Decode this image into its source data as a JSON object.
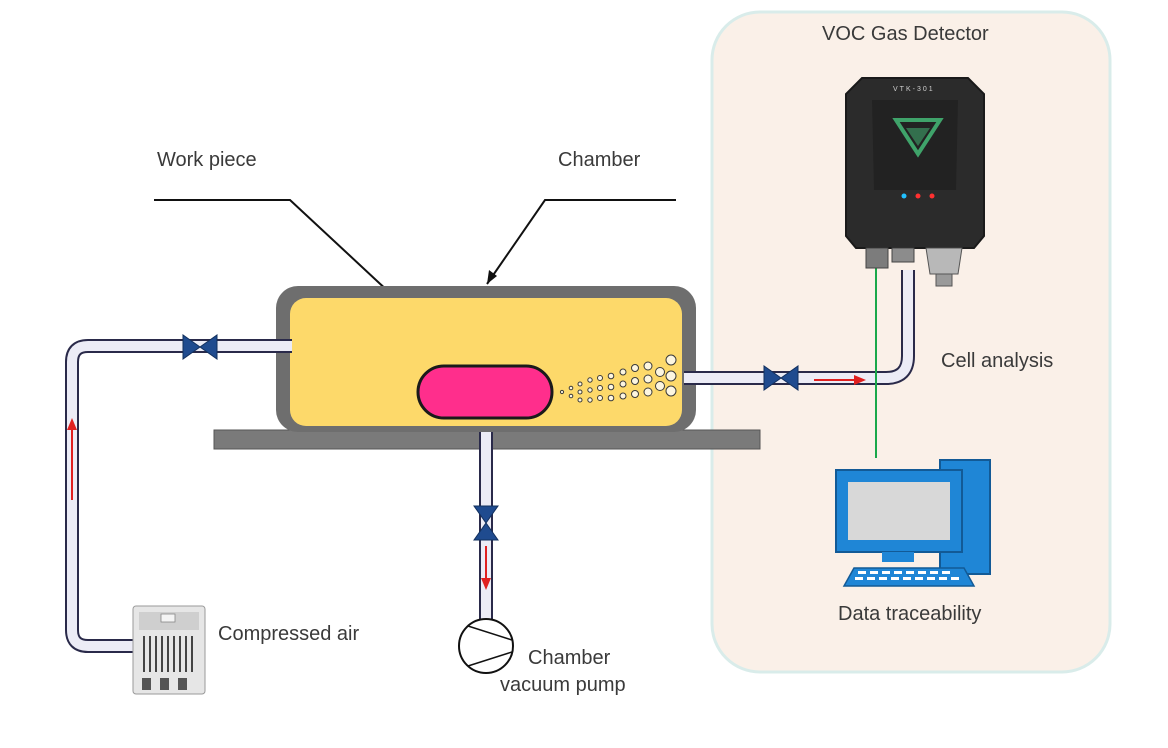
{
  "labels": {
    "voc_gas_detector": "VOC Gas Detector",
    "work_piece": "Work piece",
    "chamber": "Chamber",
    "cell_analysis": "Cell analysis",
    "compressed_air": "Compressed air",
    "chamber_vacuum_pump_line1": "Chamber",
    "chamber_vacuum_pump_line2": "vacuum pump",
    "data_traceability": "Data traceability",
    "detector_model": "VTK-301"
  },
  "colors": {
    "detector_panel_bg": "#faf0e8",
    "detector_panel_border": "#d9ecea",
    "chamber_fill": "#fdd96a",
    "chamber_shell": "#6e6e6e",
    "base_plate": "#7a7a7a",
    "work_piece": "#ff2e8c",
    "pipe_outline": "#2a2a4a",
    "pipe_fill": "#ececf6",
    "valve": "#1f4b8f",
    "flow_arrow": "#e02020",
    "signal_wire": "#19a84a",
    "computer_blue": "#1f86d6",
    "computer_screen": "#d8d8d8",
    "detector_body": "#2b2b2b",
    "detector_logo": "#3fa36a"
  },
  "icons": [
    "valve-icon",
    "flow-arrow-icon",
    "vacuum-pump-icon",
    "air-compressor-icon",
    "voc-detector-device-icon",
    "computer-icon"
  ]
}
